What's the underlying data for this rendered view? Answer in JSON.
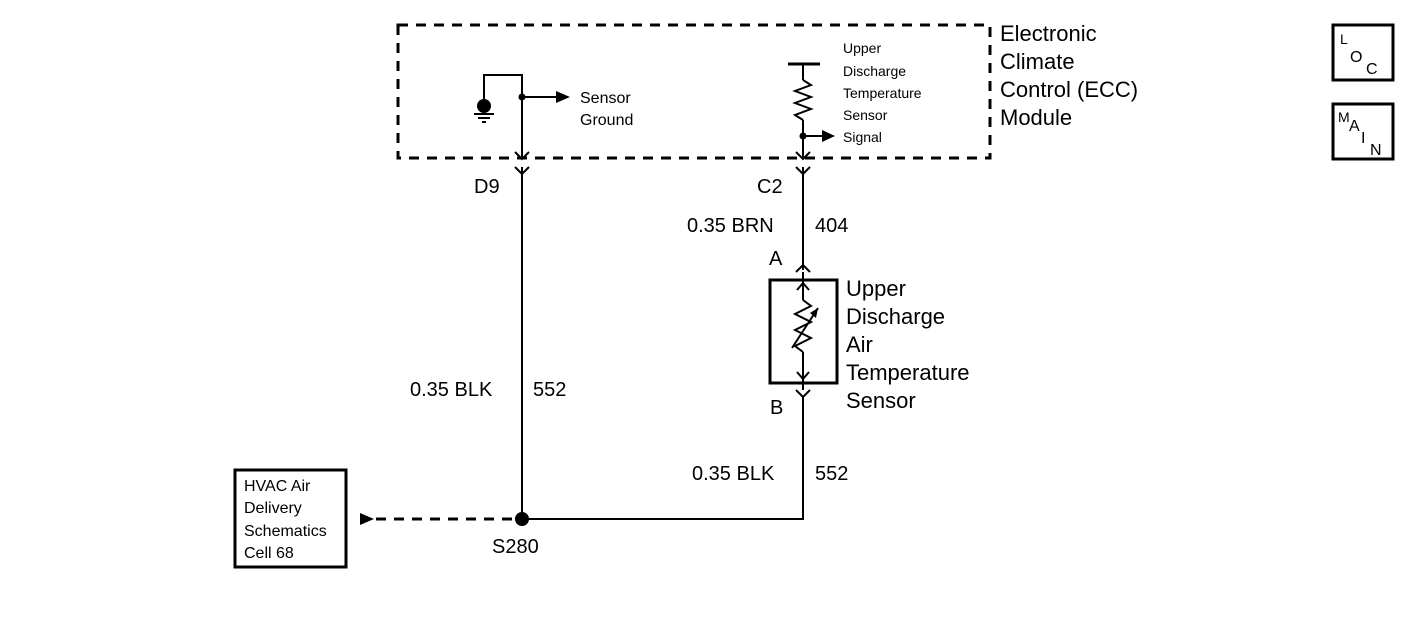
{
  "module": {
    "title_lines": [
      "Electronic",
      "Climate",
      "Control (ECC)",
      "Module"
    ],
    "sensor_ground_lines": [
      "Sensor",
      "Ground"
    ],
    "upper_sensor_lines": [
      "Upper",
      "Discharge",
      "Temperature",
      "Sensor"
    ],
    "signal_label": "Signal"
  },
  "connectors": {
    "d9": "D9",
    "c2": "C2",
    "a": "A",
    "b": "B"
  },
  "wires": {
    "brn_gauge_color": "0.35 BRN",
    "brn_circuit": "404",
    "blk_left_gauge_color": "0.35 BLK",
    "blk_left_circuit": "552",
    "blk_right_gauge_color": "0.35 BLK",
    "blk_right_circuit": "552"
  },
  "component": {
    "label_lines": [
      "Upper",
      "Discharge",
      "Air",
      "Temperature",
      "Sensor"
    ]
  },
  "splice": {
    "label": "S280"
  },
  "reference_box": {
    "lines": [
      "HVAC Air",
      "Delivery",
      "Schematics",
      "Cell 68"
    ]
  },
  "nav": {
    "loc": {
      "l": "L",
      "o": "O",
      "c": "C"
    },
    "main": {
      "m": "M",
      "a": "A",
      "i": "I",
      "n": "N"
    }
  }
}
